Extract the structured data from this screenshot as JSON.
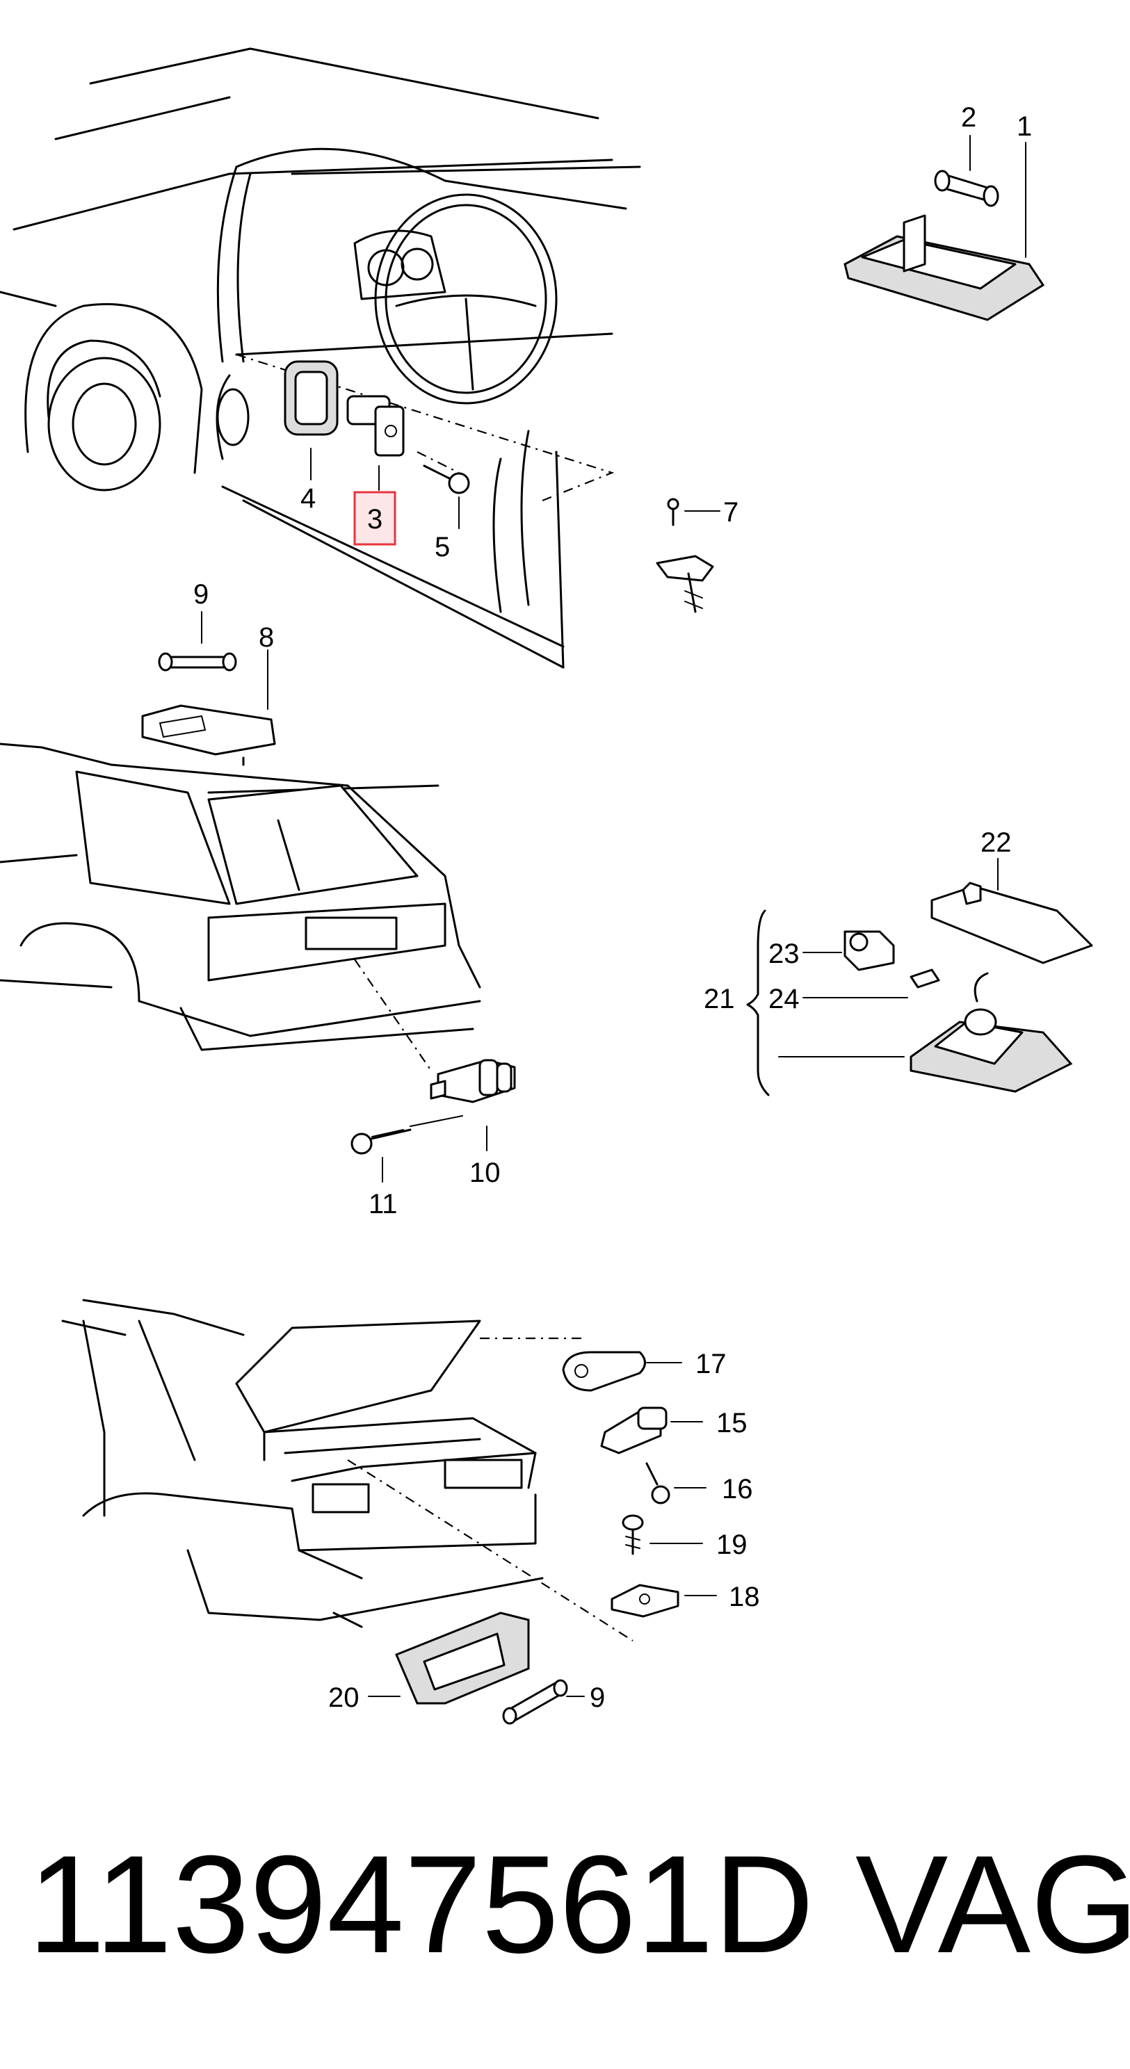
{
  "callouts": {
    "c1": "1",
    "c2": "2",
    "c3": "3",
    "c4": "4",
    "c5": "5",
    "c7": "7",
    "c8": "8",
    "c9a": "9",
    "c9b": "9",
    "c10": "10",
    "c11": "11",
    "c15": "15",
    "c16": "16",
    "c17": "17",
    "c18": "18",
    "c19": "19",
    "c20": "20",
    "c21": "21",
    "c22": "22",
    "c23": "23",
    "c24": "24"
  },
  "highlight_color": "#e8333b",
  "footer": {
    "part_number": "113947561D",
    "brand": "VAG"
  }
}
